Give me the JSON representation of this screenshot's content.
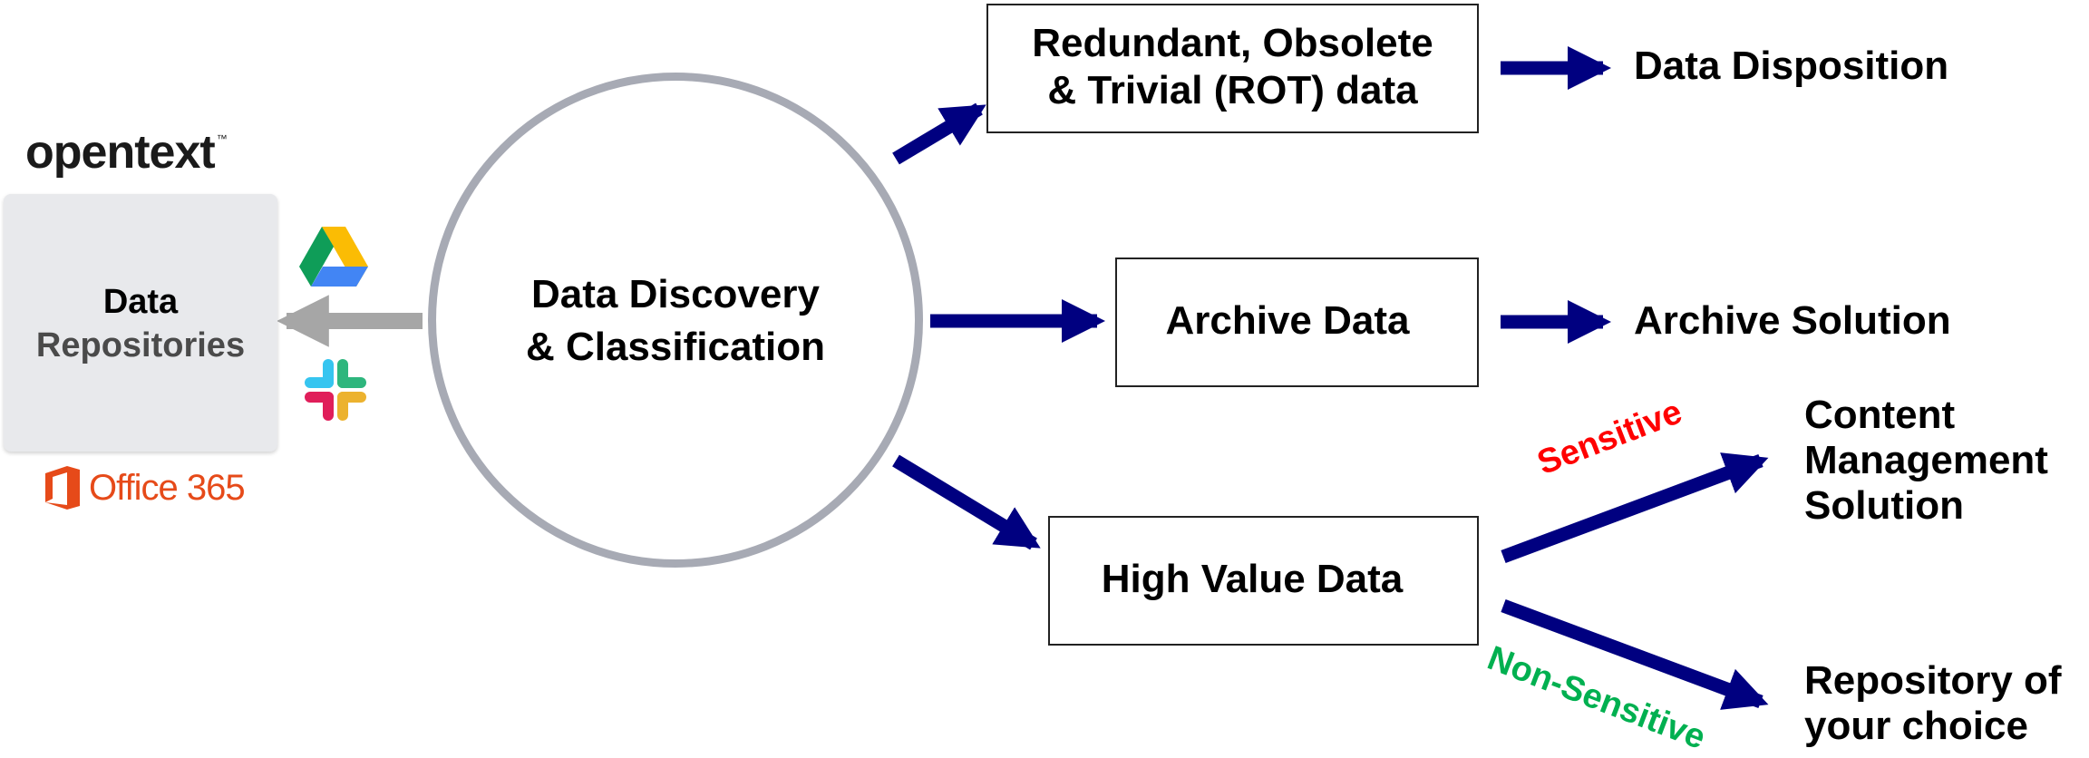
{
  "left_panel": {
    "vendor_logo": "opentext",
    "vendor_trademark": "™",
    "repo_title": "Data",
    "repo_subtitle": "Repositories",
    "office_logo": "Office 365",
    "source_icons": [
      "google-drive-icon",
      "slack-icon",
      "office-365-icon"
    ]
  },
  "center": {
    "line1": "Data Discovery",
    "line2": "& Classification"
  },
  "categories": {
    "rot": {
      "line1": "Redundant, Obsolete",
      "line2": "& Trivial (ROT) data"
    },
    "archive": "Archive Data",
    "high_value": "High Value Data"
  },
  "outcomes": {
    "disposition": "Data Disposition",
    "archive_solution": "Archive Solution",
    "cms": {
      "line1": "Content",
      "line2": "Management",
      "line3": "Solution"
    },
    "repository": {
      "line1": "Repository of",
      "line2": "your choice"
    }
  },
  "branch_labels": {
    "sensitive": "Sensitive",
    "non_sensitive": "Non-Sensitive"
  },
  "colors": {
    "arrow": "#000080",
    "return_arrow": "#a6a6a6",
    "circle_border": "#a7aab4",
    "sensitive": "#ff0000",
    "non_sensitive": "#00b050",
    "office": "#e64a19"
  }
}
